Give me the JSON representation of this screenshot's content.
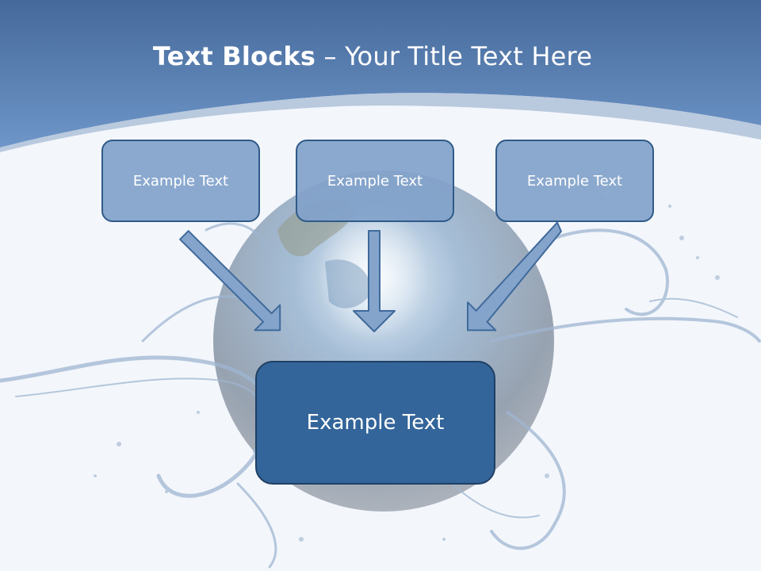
{
  "title": {
    "bold": "Text Blocks",
    "dash": " – ",
    "rest": "Your Title Text Here"
  },
  "blocks": [
    {
      "label": "Example Text"
    },
    {
      "label": "Example Text"
    },
    {
      "label": "Example Text"
    }
  ],
  "main_block": {
    "label": "Example Text"
  },
  "colors": {
    "header": "#5b84b8",
    "small_box_fill": "#82a2ca",
    "main_box_fill": "#33659a",
    "border": "#2f5a88",
    "arrow_fill": "#84a4cc"
  }
}
